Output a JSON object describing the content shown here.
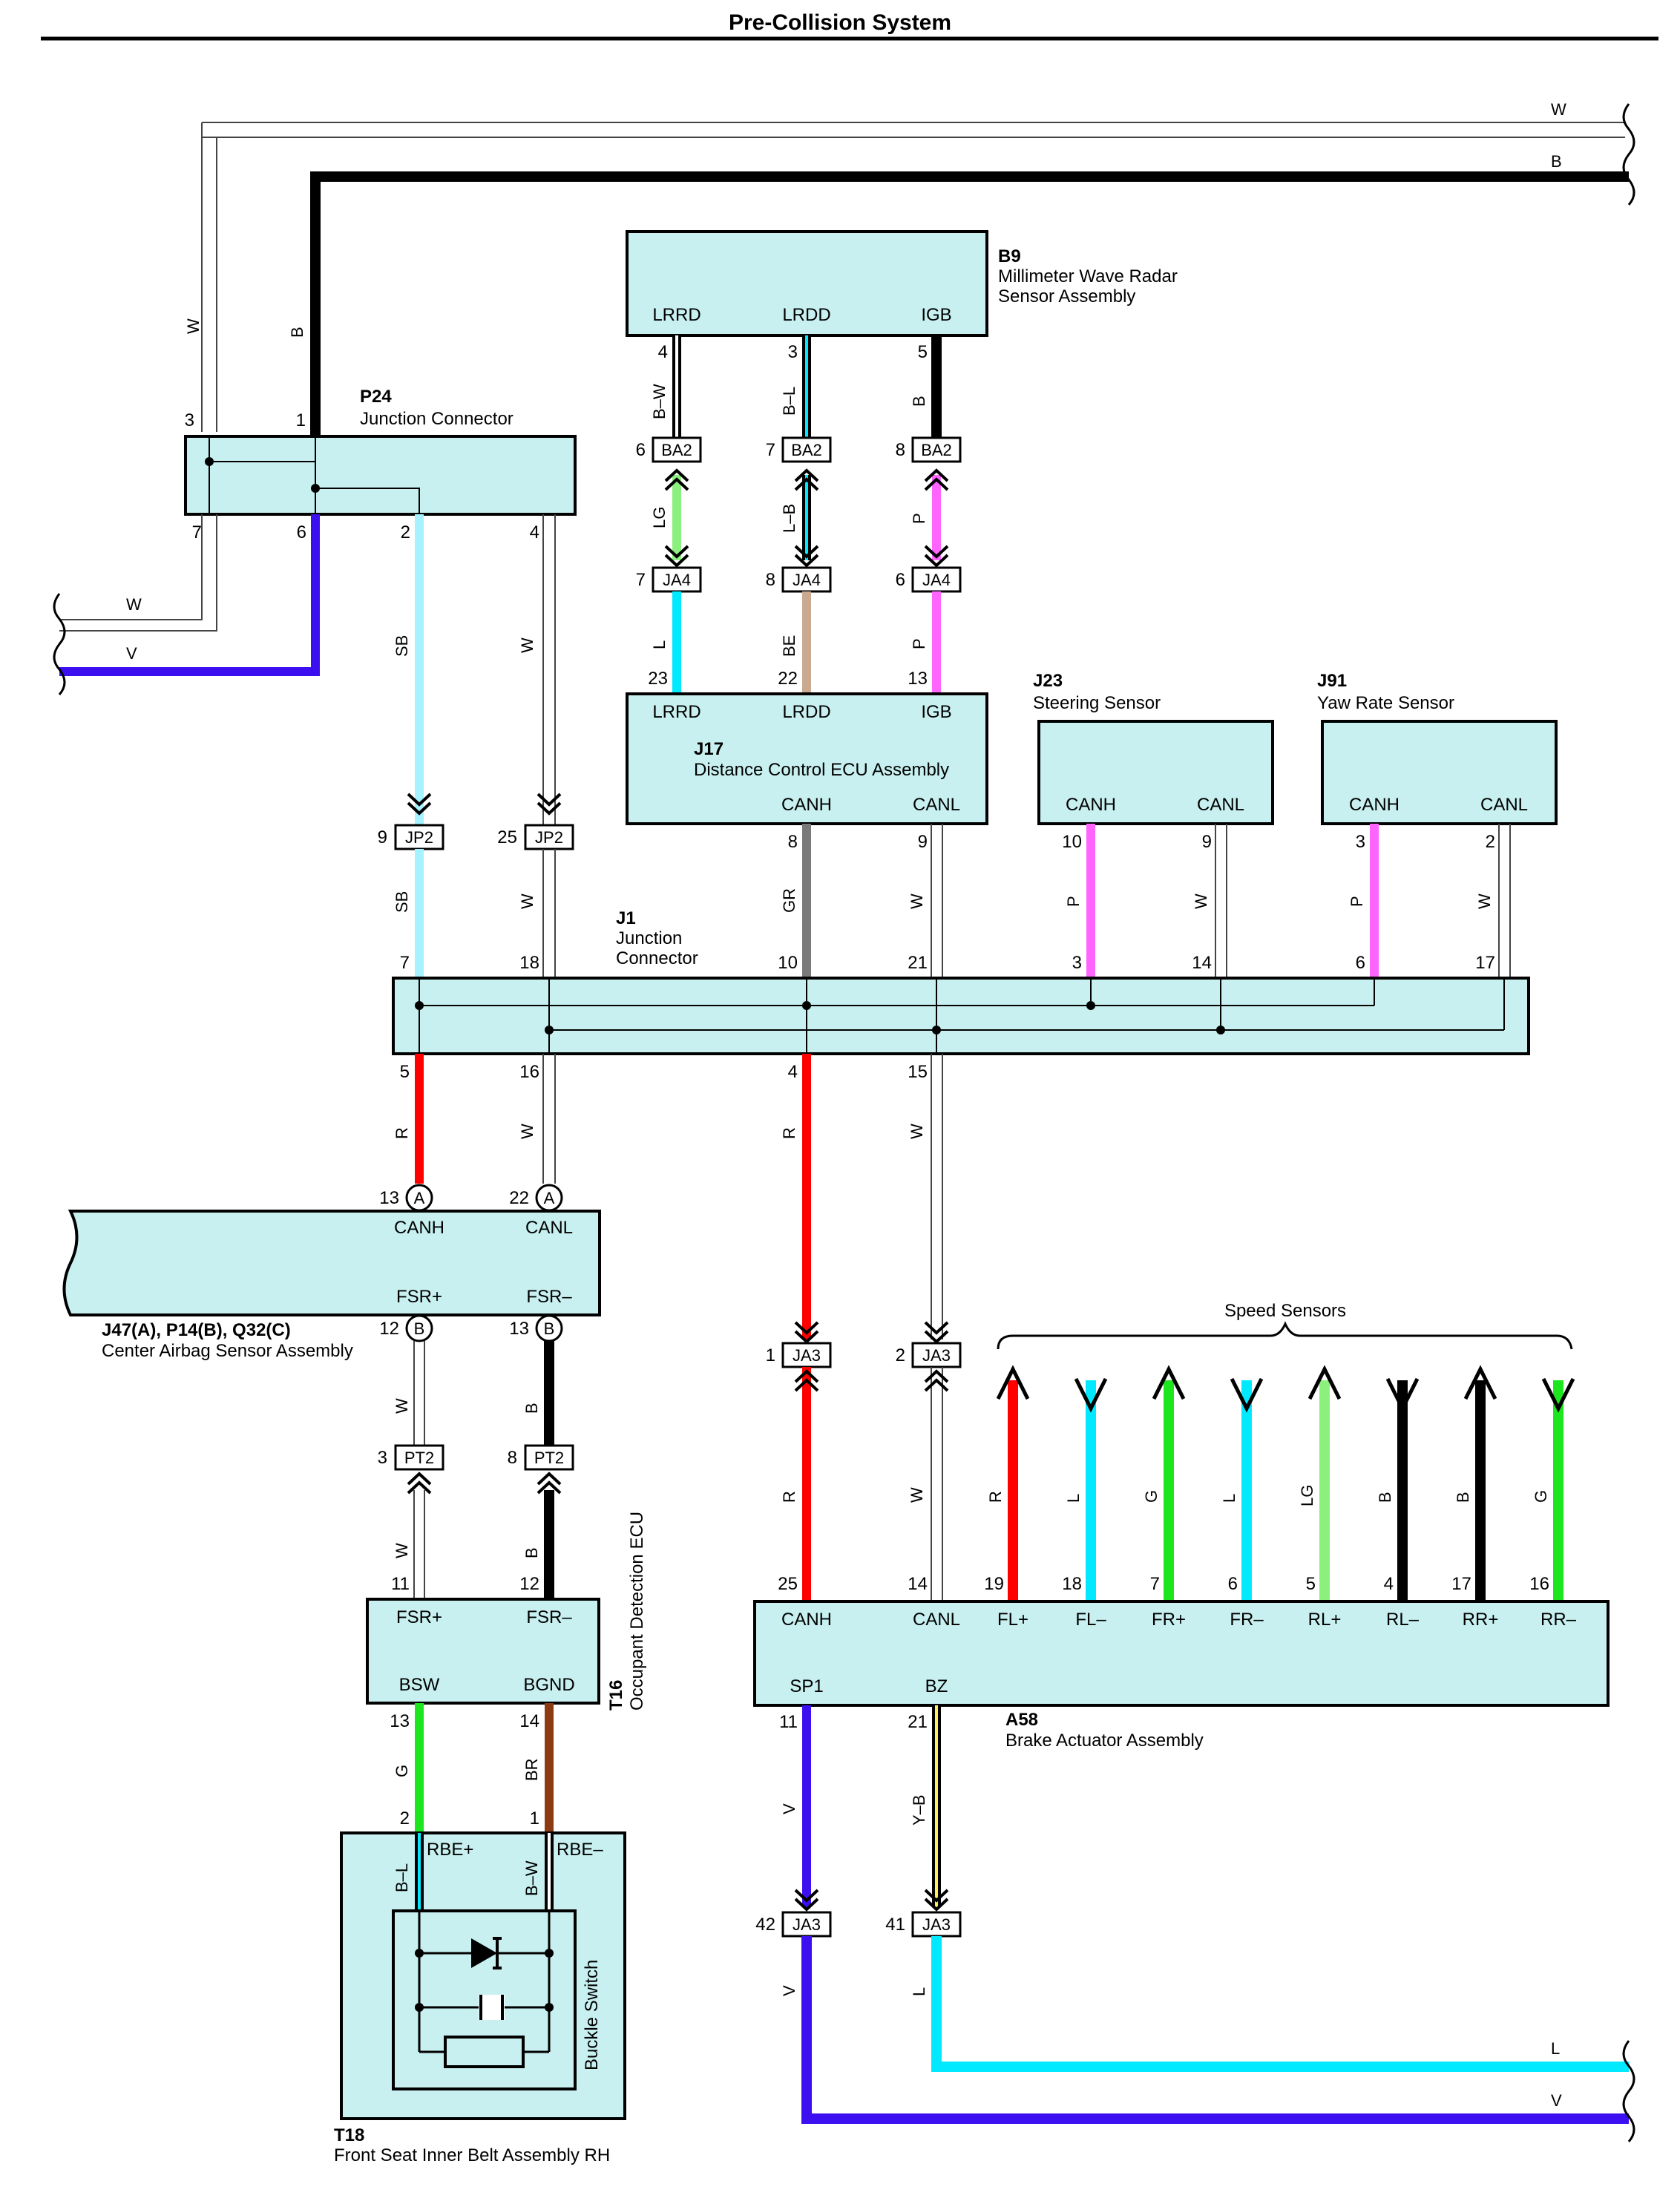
{
  "title": "Pre-Collision System",
  "colors": {
    "W": "#ffffff",
    "B": "#000000",
    "V": "#3c0ff0",
    "SB": "#a6f2ff",
    "L": "#00e9ff",
    "LG": "#8cf07f",
    "BE": "#c9a98f",
    "P": "#ff64ff",
    "GR": "#7a7a7a",
    "R": "#ff0000",
    "G": "#1ee61e",
    "BR": "#8b3a12",
    "YB": "#ffef5a",
    "BOX": "#c8f0f0"
  },
  "components": {
    "B9": {
      "id": "B9",
      "name1": "Millimeter Wave Radar",
      "name2": "Sensor Assembly",
      "pins": [
        "LRRD",
        "LRDD",
        "IGB"
      ],
      "nums": [
        "4",
        "3",
        "5"
      ]
    },
    "P24": {
      "id": "P24",
      "name": "Junction Connector",
      "top_nums": [
        "3",
        "1"
      ],
      "bottom_nums": [
        "7",
        "6",
        "2",
        "4"
      ]
    },
    "J17": {
      "id": "J17",
      "name": "Distance Control ECU Assembly",
      "top_pins": [
        "LRRD",
        "LRDD",
        "IGB"
      ],
      "top_nums": [
        "23",
        "22",
        "13"
      ],
      "bottom_pins": [
        "CANH",
        "CANL"
      ],
      "bottom_nums": [
        "8",
        "9"
      ]
    },
    "J23": {
      "id": "J23",
      "name": "Steering Sensor",
      "pins": [
        "CANH",
        "CANL"
      ],
      "nums": [
        "10",
        "9"
      ]
    },
    "J91": {
      "id": "J91",
      "name": "Yaw Rate Sensor",
      "pins": [
        "CANH",
        "CANL"
      ],
      "nums": [
        "3",
        "2"
      ]
    },
    "J1": {
      "id": "J1",
      "name1": "Junction",
      "name2": "Connector",
      "top_nums": [
        "7",
        "18",
        "10",
        "21",
        "3",
        "14",
        "6",
        "17"
      ],
      "bottom_nums": [
        "5",
        "16",
        "4",
        "15"
      ]
    },
    "J47": {
      "id": "J47(A), P14(B), Q32(C)",
      "name": "Center Airbag Sensor Assembly",
      "pins": [
        "CANH",
        "CANL",
        "FSR+",
        "FSR–"
      ],
      "nums": [
        "13",
        "22",
        "12",
        "13"
      ],
      "circles": [
        "A",
        "A",
        "B",
        "B"
      ]
    },
    "T16": {
      "id": "T16",
      "name": "Occupant Detection ECU",
      "pins": [
        "FSR+",
        "FSR–",
        "BSW",
        "BGND"
      ],
      "nums": [
        "11",
        "12",
        "13",
        "14"
      ]
    },
    "T18": {
      "id": "T18",
      "name": "Front Seat Inner Belt Assembly RH",
      "pins": [
        "RBE+",
        "RBE–"
      ],
      "nums": [
        "2",
        "1"
      ],
      "inner": "Buckle Switch"
    },
    "A58": {
      "id": "A58",
      "name": "Brake Actuator Assembly",
      "pins": [
        "CANH",
        "CANL",
        "FL+",
        "FL–",
        "FR+",
        "FR–",
        "RL+",
        "RL–",
        "RR+",
        "RR–"
      ],
      "nums": [
        "25",
        "14",
        "19",
        "18",
        "7",
        "6",
        "5",
        "4",
        "17",
        "16"
      ],
      "bottom_pins": [
        "SP1",
        "BZ"
      ],
      "bottom_nums": [
        "11",
        "21"
      ]
    }
  },
  "connectors": {
    "BA2": {
      "label": "BA2",
      "nums": [
        "6",
        "7",
        "8"
      ]
    },
    "JA4": {
      "label": "JA4",
      "nums": [
        "7",
        "8",
        "6"
      ]
    },
    "JP2": {
      "label": "JP2",
      "nums": [
        "9",
        "25"
      ]
    },
    "PT2": {
      "label": "PT2",
      "nums": [
        "3",
        "8"
      ]
    },
    "JA3top": {
      "label": "JA3",
      "nums": [
        "1",
        "2"
      ]
    },
    "JA3bot": {
      "label": "JA3",
      "nums": [
        "42",
        "41"
      ]
    }
  },
  "wire_labels": {
    "top_W": "W",
    "top_B": "B",
    "p24_W": "W",
    "p24_B": "B",
    "left_W": "W",
    "left_V": "V",
    "b9_1": "B–W",
    "b9_2": "B–L",
    "b9_3": "B",
    "ba_1": "LG",
    "ba_2": "L–B",
    "ba_3": "P",
    "ja4_1": "L",
    "ja4_2": "BE",
    "ja4_3": "P",
    "p24_SB": "SB",
    "p24_W2": "W",
    "jp2_SB": "SB",
    "jp2_W": "W",
    "j17_GR": "GR",
    "j17_W": "W",
    "j23_P": "P",
    "j23_W": "W",
    "j91_P": "P",
    "j91_W": "W",
    "j1_R": "R",
    "j1_W": "W",
    "j1_R2": "R",
    "j1_W2": "W",
    "fsr_W": "W",
    "fsr_B": "B",
    "pt2_W": "W",
    "pt2_B": "B",
    "t16_G": "G",
    "t16_BR": "BR",
    "t18_BL": "B–L",
    "t18_BW": "B–W",
    "ja3_R": "R",
    "ja3_W": "W",
    "ss_1": "R",
    "ss_2": "L",
    "ss_3": "G",
    "ss_4": "L",
    "ss_5": "LG",
    "ss_6": "B",
    "ss_7": "B",
    "ss_8": "G",
    "a58_V": "V",
    "a58_YB": "Y–B",
    "ja3_V": "V",
    "ja3_L": "L",
    "right_L": "L",
    "right_V": "V"
  },
  "speed_sensors": "Speed Sensors"
}
